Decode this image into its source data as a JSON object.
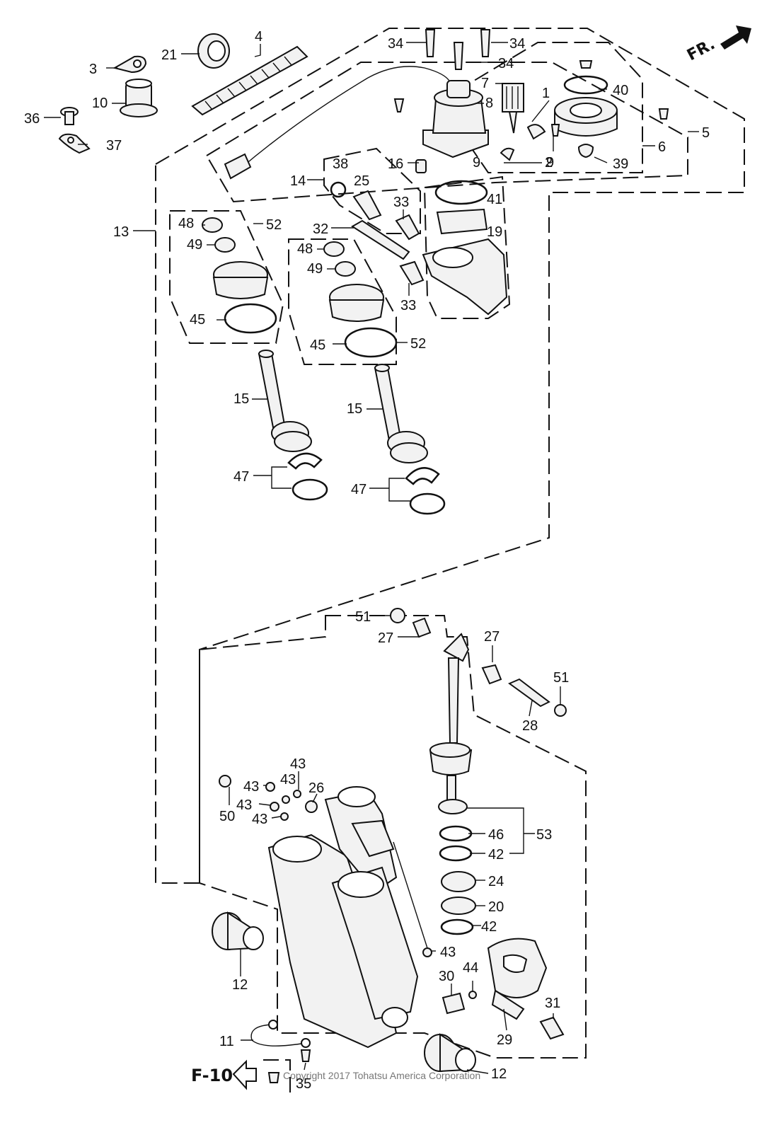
{
  "direction_label": "FR.",
  "reference_label": "F-10",
  "copyright": "Copyright 2017 Tohatsu America Corporation",
  "callouts": [
    "1",
    "2",
    "3",
    "4",
    "5",
    "6",
    "7",
    "8",
    "9",
    "9",
    "10",
    "11",
    "12",
    "12",
    "13",
    "14",
    "15",
    "15",
    "16",
    "19",
    "20",
    "21",
    "24",
    "25",
    "26",
    "27",
    "27",
    "28",
    "29",
    "30",
    "31",
    "32",
    "33",
    "33",
    "34",
    "34",
    "34",
    "35",
    "36",
    "37",
    "38",
    "39",
    "40",
    "41",
    "42",
    "42",
    "43",
    "43",
    "43",
    "43",
    "43",
    "43",
    "44",
    "45",
    "45",
    "46",
    "47",
    "47",
    "48",
    "48",
    "49",
    "49",
    "50",
    "51",
    "51",
    "52",
    "52",
    "53"
  ]
}
